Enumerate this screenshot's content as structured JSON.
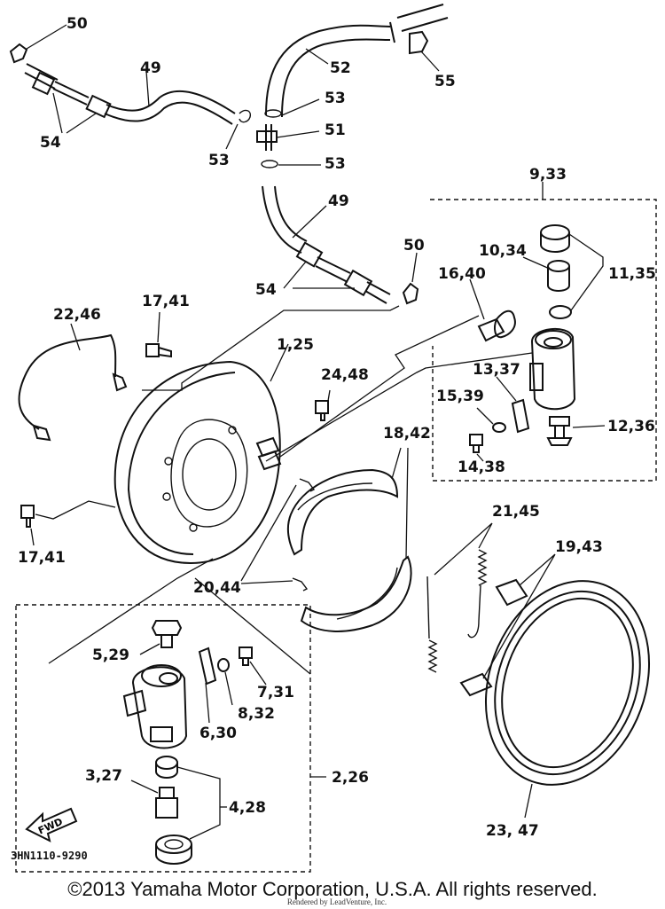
{
  "diagram": {
    "labels": {
      "l50a": "50",
      "l49a": "49",
      "l52": "52",
      "l55": "55",
      "l53a": "53",
      "l51": "51",
      "l53b": "53",
      "l53c": "53",
      "l54a": "54",
      "l49b": "49",
      "l9_33": "9,33",
      "l50b": "50",
      "l10_34": "10,34",
      "l16_40": "16,40",
      "l11_35": "11,35",
      "l54b": "54",
      "l17_41a": "17,41",
      "l22_46": "22,46",
      "l1_25": "1,25",
      "l24_48": "24,48",
      "l13_37": "13,37",
      "l15_39": "15,39",
      "l12_36": "12,36",
      "l14_38": "14,38",
      "l18_42": "18,42",
      "l17_41b": "17,41",
      "l21_45": "21,45",
      "l19_43": "19,43",
      "l20_44": "20,44",
      "l5_29": "5,29",
      "l7_31": "7,31",
      "l8_32": "8,32",
      "l6_30": "6,30",
      "l2_26": "2,26",
      "l3_27": "3,27",
      "l4_28": "4,28",
      "l23_47": "23, 47"
    },
    "fwd_badge": "FWD",
    "figure_code": "3HN1110-9290",
    "copyright": "©2013 Yamaha Motor Corporation, U.S.A. All rights reserved.",
    "render_note": "Rendered by LeadVenture, Inc."
  }
}
